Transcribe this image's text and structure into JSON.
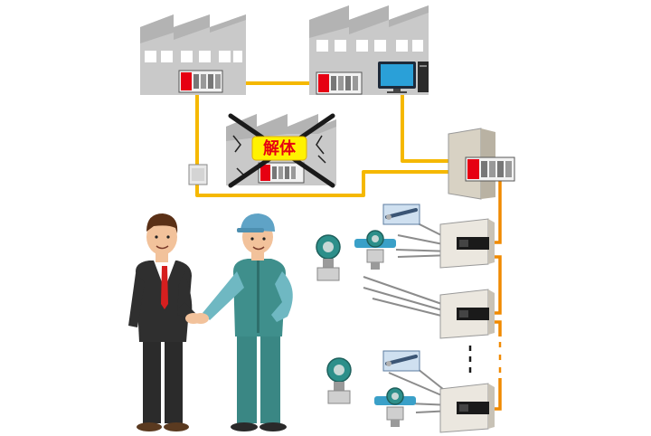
{
  "diagram": {
    "demolition_label": "解体"
  },
  "colors": {
    "factory_wall": "#c9c9c9",
    "factory_roof": "#a8a8a8",
    "cable_yellow": "#f5b800",
    "cable_orange": "#f08a00",
    "plc_red": "#e60012",
    "cross_black": "#1a1a1a",
    "label_bg": "#fff200",
    "panel_gray": "#dcdcdc",
    "transmitter_teal": "#2d8f8a",
    "suit_dark": "#2b2b2b",
    "worker_teal": "#3f8f8c"
  },
  "icons": [
    "factory-icon",
    "plc-unit-icon",
    "pc-monitor-icon",
    "control-cabinet-icon",
    "junction-box-icon",
    "field-panel-icon",
    "pressure-transmitter-icon",
    "flow-meter-icon",
    "temperature-probe-icon",
    "businessman-figure",
    "worker-figure"
  ]
}
